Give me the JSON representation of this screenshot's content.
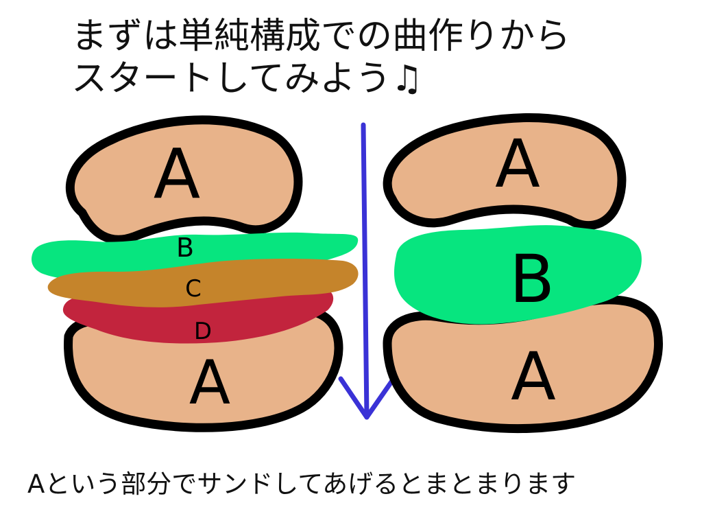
{
  "title": {
    "line1": "まずは単純構成での曲作りから",
    "line2": "スタートしてみよう♫"
  },
  "caption": "Aという部分でサンドしてあげるとまとまります",
  "left_burger": {
    "top_bun": "A",
    "lettuce": "B",
    "patty": "C",
    "tomato": "D",
    "bottom_bun": "A"
  },
  "right_burger": {
    "top_bun": "A",
    "lettuce": "B",
    "bottom_bun": "A"
  },
  "colors": {
    "bun": "#e8b38a",
    "lettuce": "#07e57f",
    "patty": "#c5842b",
    "tomato": "#c2243d",
    "arrow": "#3a32d6",
    "outline": "#000000"
  }
}
